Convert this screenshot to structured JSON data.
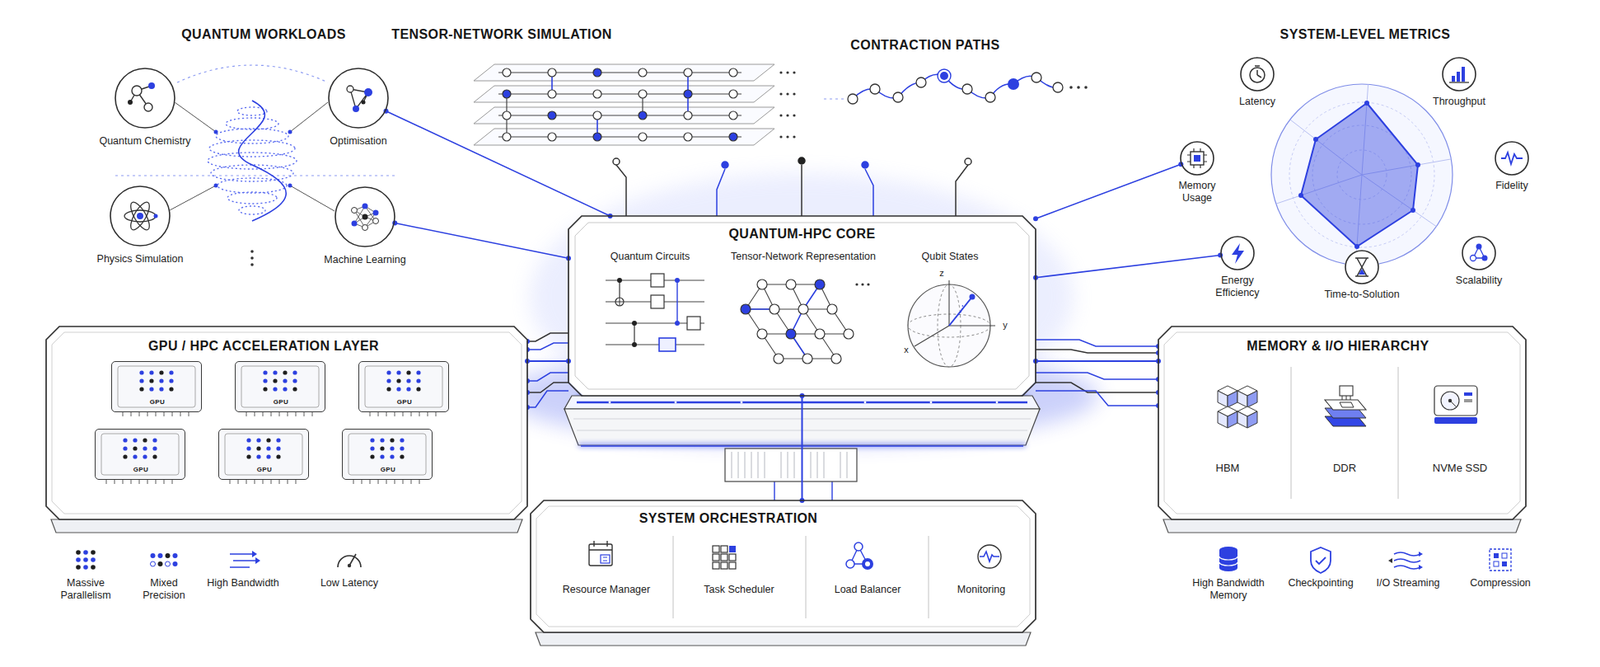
{
  "diagram": {
    "nodes": [
      {
        "text": [
          "Quantum Chemistry"
        ]
      },
      {
        "text": [
          "Optimisation"
        ]
      },
      {
        "text": [
          "Physics Simulation"
        ]
      },
      {
        "text": [
          "Machine Learning"
        ]
      },
      {
        "text": [
          "Latency"
        ]
      },
      {
        "text": [
          "Throughput"
        ]
      },
      {
        "text": [
          "Memory Usage"
        ]
      },
      {
        "text": [
          "Fidelity"
        ]
      },
      {
        "text": [
          "Energy Efficiency"
        ]
      },
      {
        "text": [
          "Scalability"
        ]
      },
      {
        "text": [
          "Time-to-Solution"
        ]
      },
      {
        "text": [
          "QUANTUM-HPC CORE",
          "Quantum Circuits",
          "Tensor-Network Representation",
          "Qubit States"
        ]
      },
      {
        "text": [
          "GPU / HPC ACCELERATION LAYER"
        ]
      },
      {
        "text": [
          "GPU"
        ],
        "in": 12
      },
      {
        "text": [
          "GPU"
        ],
        "in": 12
      },
      {
        "text": [
          "GPU"
        ],
        "in": 12
      },
      {
        "text": [
          "GPU"
        ],
        "in": 12
      },
      {
        "text": [
          "GPU"
        ],
        "in": 12
      },
      {
        "text": [
          "GPU"
        ],
        "in": 12
      },
      {
        "text": [
          "MEMORY & I/O HIERARCHY"
        ]
      },
      {
        "text": [
          "HBM"
        ],
        "in": 19
      },
      {
        "text": [
          "DDR"
        ],
        "in": 19
      },
      {
        "text": [
          "NVMe SSD"
        ],
        "in": 19
      },
      {
        "text": [
          "SYSTEM ORCHESTRATION"
        ]
      },
      {
        "text": [
          "Resource Manager"
        ],
        "in": 23
      },
      {
        "text": [
          "Task Scheduler"
        ],
        "in": 23
      },
      {
        "text": [
          "Load Balancer"
        ],
        "in": 23
      },
      {
        "text": [
          "Monitoring"
        ],
        "in": 23
      }
    ],
    "edges": [
      {
        "from": 11,
        "to": 12,
        "arrow": "none"
      },
      {
        "from": 11,
        "to": 19,
        "arrow": "none"
      },
      {
        "from": 11,
        "to": 23,
        "arrow": "none"
      },
      {
        "from": 1,
        "to": 11,
        "arrow": "none"
      },
      {
        "from": 3,
        "to": 11,
        "arrow": "none"
      },
      {
        "from": 6,
        "to": 11,
        "arrow": "none"
      },
      {
        "from": 8,
        "to": 11,
        "arrow": "none"
      }
    ],
    "labels": [
      "QUANTUM WORKLOADS",
      "TENSOR-NETWORK SIMULATION",
      "CONTRACTION PATHS",
      "SYSTEM-LEVEL METRICS",
      "z",
      "x",
      "y",
      "Massive Parallelism",
      "Mixed Precision",
      "High Bandwidth",
      "Low Latency",
      "High Bandwidth Memory",
      "Checkpointing",
      "I/O Streaming",
      "Compression"
    ]
  }
}
